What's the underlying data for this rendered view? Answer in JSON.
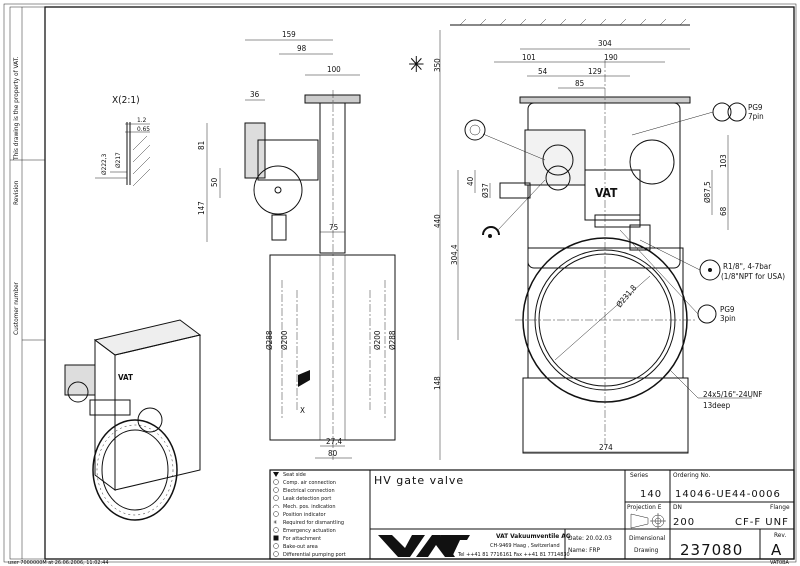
{
  "side_strip": {
    "property_note": "This drawing is the property of VAT.",
    "revision_label": "Revision",
    "customer_label": "Customer number",
    "user_stamp": "user 7000000M at 26.06.2006, 11:02:44"
  },
  "detail": {
    "title": "X(2:1)",
    "dims": [
      "1.2",
      "0.65",
      "Ø222,3",
      "Ø217"
    ]
  },
  "side_view": {
    "dims": {
      "d159": "159",
      "d98": "98",
      "d100": "100",
      "d36": "36",
      "d81": "81",
      "d50": "50",
      "d147": "147",
      "d75": "75",
      "d288a": "Ø288",
      "d200a": "Ø200",
      "d200b": "Ø200",
      "d288b": "Ø288",
      "d27": "27,4",
      "d80": "80",
      "x": "X"
    }
  },
  "front_view": {
    "dims": {
      "d350": "350",
      "d440": "440",
      "d304_4": "304,4",
      "d148": "148",
      "d304": "304",
      "d101": "101",
      "d190": "190",
      "d54": "54",
      "d129": "129",
      "d85": "85",
      "d40": "40",
      "d37": "Ø37",
      "d103": "103",
      "d87": "Ø87,5",
      "d68": "68",
      "d231": "Ø231,8",
      "d274": "274"
    },
    "callouts": {
      "pg9_7": [
        "PG9",
        "7pin"
      ],
      "air": [
        "R1/8\", 4-7bar",
        "(1/8\"NPT for USA)"
      ],
      "pg9_3": [
        "PG9",
        "3pin"
      ],
      "thread": [
        "24x5/16\"-24UNF",
        "13deep"
      ]
    }
  },
  "legend": [
    "Seat side",
    "Comp. air connection",
    "Electrical connection",
    "Leak detection port",
    "Mech. pos. indication",
    "Position indicator",
    "Required for dismantling",
    "Emergency actuation",
    "For attachment",
    "Bake-out area",
    "Differential pumping port"
  ],
  "title_block": {
    "title": "HV gate valve",
    "series_label": "Series",
    "series": "140",
    "ordering_label": "Ordering No.",
    "ordering_no": "14046-UE44-0006",
    "projection_label": "Projection E",
    "dn_label": "DN",
    "dn": "200",
    "flange_label": "Flange",
    "flange": "CF-F  UNF",
    "logo": "VAT",
    "company": "VAT Vakuumventile AG",
    "address": "CH-9469 Haag , Switzerland",
    "phone": "Tel ++41 81 7716161 Fax ++41 81 7714830",
    "date": "Date: 20.02.03",
    "name": "Name: FRP",
    "doc_type": [
      "Dimensional",
      "Drawing"
    ],
    "drawing_no": "237080",
    "rev_label": "Rev.",
    "rev": "A",
    "sheet_code": "VAT0BA"
  }
}
